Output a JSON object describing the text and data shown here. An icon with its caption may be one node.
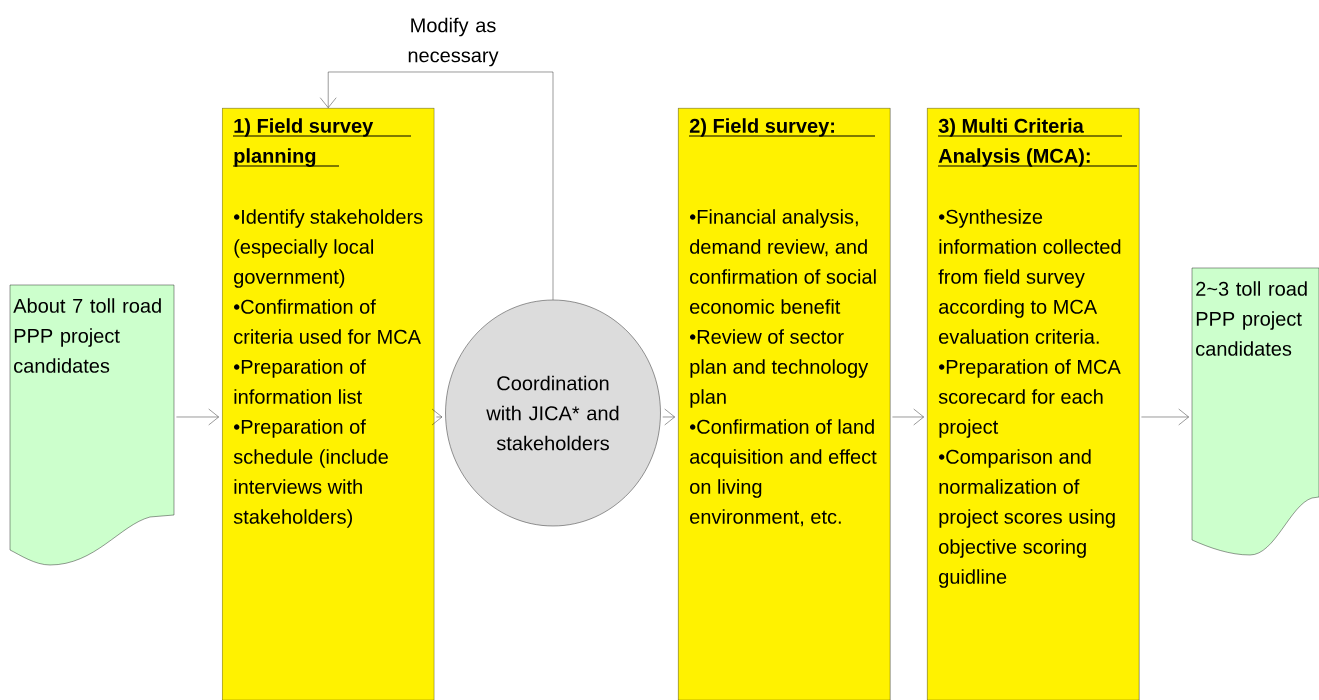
{
  "diagram": {
    "nodes": [
      {
        "text": [
          "About 7 toll road PPP project candidates"
        ]
      },
      {
        "text": [
          "1) Field survey planning",
          "•Identify stakeholders (especially local government)",
          "•Confirmation of criteria used for MCA",
          "•Preparation of information list",
          "•Preparation of schedule (include interviews with stakeholders)"
        ]
      },
      {
        "text": [
          "Coordination with JICA* and stakeholders"
        ]
      },
      {
        "text": [
          "2) Field survey:",
          "•Financial analysis, demand review, and confirmation of social economic benefit",
          "•Review of sector plan and technology plan",
          "•Confirmation of land acquisition and effect on living environment, etc."
        ]
      },
      {
        "text": [
          "3) Multi Criteria Analysis (MCA):",
          "•Synthesize information collected from field survey according to MCA evaluation criteria.",
          "•Preparation of MCA scorecard for each project",
          "•Comparison and normalization of project scores using objective scoring guidline"
        ]
      },
      {
        "text": [
          "2~3 toll road PPP project candidates"
        ]
      }
    ],
    "edges": [
      {
        "from": 0,
        "to": 1,
        "arrow": "to"
      },
      {
        "from": 1,
        "to": 2,
        "arrow": "to"
      },
      {
        "from": 2,
        "to": 3,
        "arrow": "to"
      },
      {
        "from": 3,
        "to": 4,
        "arrow": "to"
      },
      {
        "from": 4,
        "to": 5,
        "arrow": "to"
      },
      {
        "from": 2,
        "to": 1,
        "arrow": "to",
        "label": "Modify as necessary"
      }
    ]
  }
}
